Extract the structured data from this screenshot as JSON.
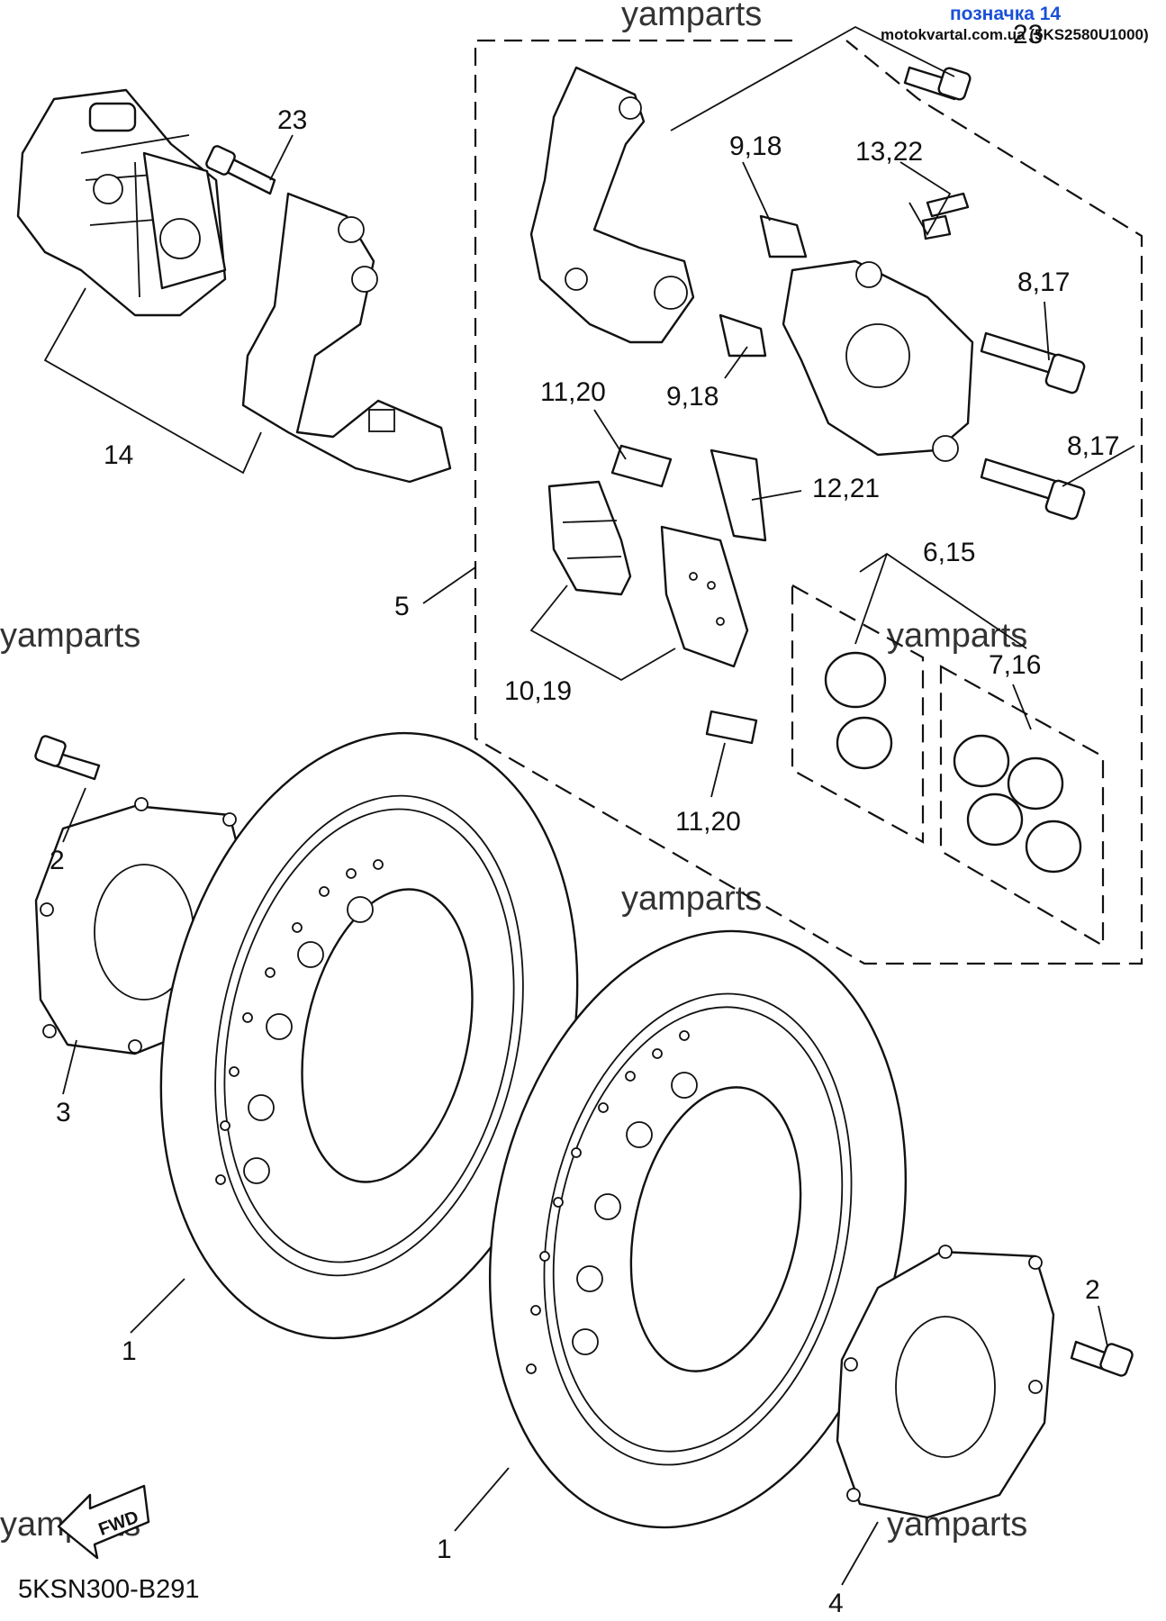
{
  "header": {
    "site_caption": "позначка 14",
    "site_line": "motokvartal.com.ua (5KS2580U1000)"
  },
  "watermarks": [
    "yamparts",
    "yamparts",
    "yamparts",
    "yamparts",
    "yamparts",
    "yamparts"
  ],
  "reference_code": "5KSN300-B291",
  "fwd_label": "FWD",
  "callouts": [
    {
      "id": "c23a",
      "text": "23"
    },
    {
      "id": "c23b",
      "text": "23"
    },
    {
      "id": "c14",
      "text": "14"
    },
    {
      "id": "c918a",
      "text": "9,18"
    },
    {
      "id": "c1322",
      "text": "13,22"
    },
    {
      "id": "c817a",
      "text": "8,17"
    },
    {
      "id": "c918b",
      "text": "9,18"
    },
    {
      "id": "c1120a",
      "text": "11,20"
    },
    {
      "id": "c817b",
      "text": "8,17"
    },
    {
      "id": "c1221",
      "text": "12,21"
    },
    {
      "id": "c615",
      "text": "6,15"
    },
    {
      "id": "c5",
      "text": "5"
    },
    {
      "id": "c716",
      "text": "7,16"
    },
    {
      "id": "c1019",
      "text": "10,19"
    },
    {
      "id": "c1120b",
      "text": "11,20"
    },
    {
      "id": "c2a",
      "text": "2"
    },
    {
      "id": "c3",
      "text": "3"
    },
    {
      "id": "c1a",
      "text": "1"
    },
    {
      "id": "c2b",
      "text": "2"
    },
    {
      "id": "c1b",
      "text": "1"
    },
    {
      "id": "c4",
      "text": "4"
    }
  ]
}
